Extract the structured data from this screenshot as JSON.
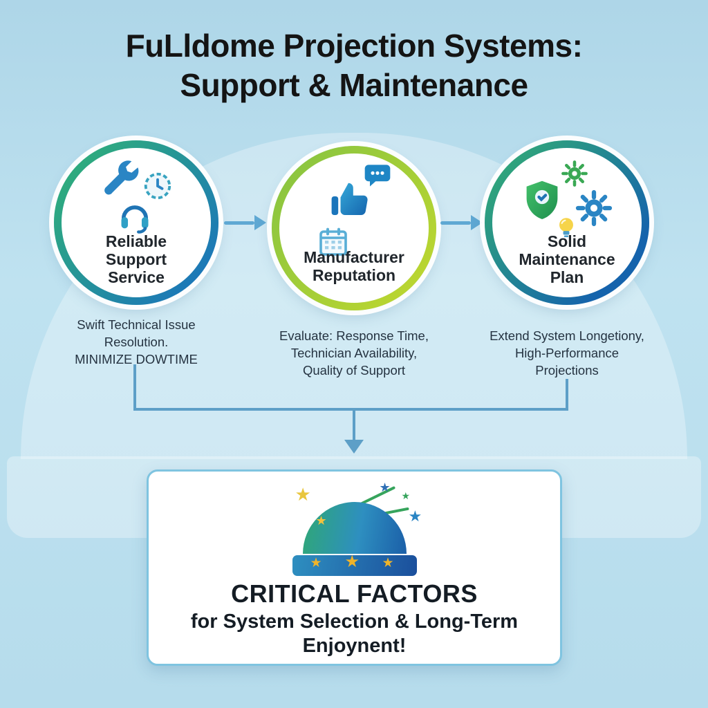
{
  "title": {
    "line1": "FuLldome Projection Systems:",
    "line2": "Support & Maintenance"
  },
  "steps": [
    {
      "label": "Reliable\nSupport\nService",
      "description": "Swift Technical Issue\nResolution.\nMINIMIZE DOWTIME",
      "icons": [
        "wrench-icon",
        "clock-icon",
        "headset-icon"
      ],
      "ring_colors": [
        "#2fae7a",
        "#1b75bb"
      ]
    },
    {
      "label": "Manufacturer\nReputation",
      "description": "Evaluate: Response Time,\nTechnician Availability,\nQuality of Support",
      "icons": [
        "thumbs-up-icon",
        "speech-bubble-icon",
        "calendar-icon"
      ],
      "ring_colors": [
        "#8dc63f",
        "#b9d531"
      ]
    },
    {
      "label": "Solid\nMaintenance\nPlan",
      "description": "Extend System Longetiony,\nHigh-Performance\nProjections",
      "icons": [
        "shield-icon",
        "gear-icon",
        "gear-icon",
        "lightbulb-icon"
      ],
      "ring_colors": [
        "#35b271",
        "#1563ac"
      ]
    }
  ],
  "footer": {
    "line1": "CRITICAL FACTORS",
    "line2": "for System Selection & Long-Term",
    "line3": "Enjoynent!"
  },
  "glyphs": {
    "star": "★"
  },
  "colors": {
    "background": "#b6dcec",
    "arrow": "#5fa8d3",
    "connector": "#5d9fc7",
    "box_border": "#7fc4e0",
    "text_dark": "#141414",
    "star_yellow": "#f0b42a",
    "star_blue": "#2a85c4",
    "ray_green": "#36a45c"
  }
}
